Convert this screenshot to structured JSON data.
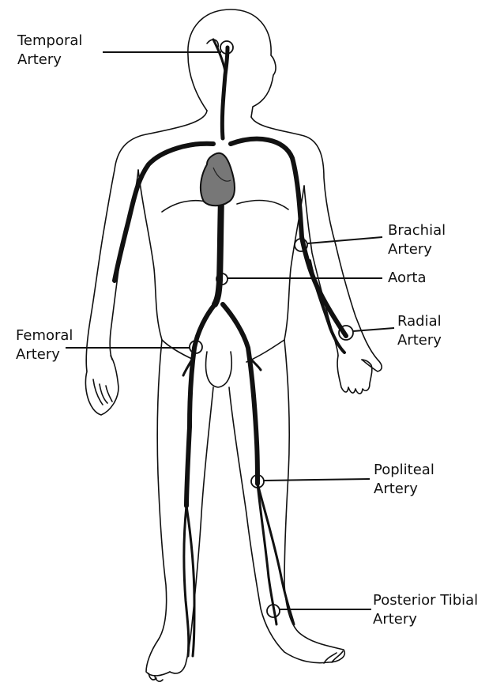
{
  "labels": {
    "temporal": {
      "line1": "Temporal",
      "line2": "Artery"
    },
    "brachial": {
      "line1": "Brachial",
      "line2": "Artery"
    },
    "aorta": {
      "line1": "Aorta"
    },
    "radial": {
      "line1": "Radial",
      "line2": "Artery"
    },
    "femoral": {
      "line1": "Femoral",
      "line2": "Artery"
    },
    "popliteal": {
      "line1": "Popliteal",
      "line2": "Artery"
    },
    "posterior_tibial": {
      "line1": "Posterior Tibial",
      "line2": "Artery"
    }
  }
}
